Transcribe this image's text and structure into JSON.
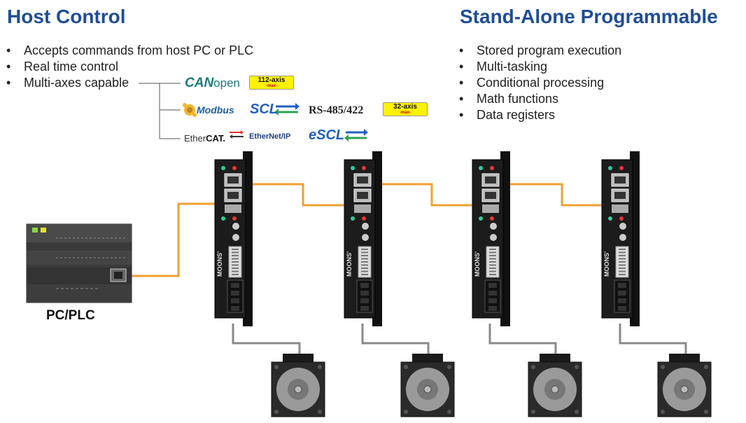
{
  "left": {
    "title": "Host Control",
    "bullets": [
      "Accepts commands from host PC or PLC",
      "Real time control",
      "Multi-axes capable"
    ]
  },
  "right": {
    "title": "Stand-Alone Programmable",
    "bullets": [
      "Stored program execution",
      "Multi-tasking",
      "Conditional processing",
      "Math functions",
      "Data registers"
    ]
  },
  "protocols": {
    "canopen_bold": "CAN",
    "canopen_light": "open",
    "badge1_main": "112-axis",
    "badge1_sub": "-max-",
    "modbus": "Modbus",
    "scl": "SCL",
    "rs485": "RS-485/422",
    "badge2_main": "32-axis",
    "badge2_sub": "-max-",
    "ethercat_light": "Ether",
    "ethercat_bold": "CAT.",
    "ethernetip": "EtherNet/IP",
    "escl": "eSCL"
  },
  "plc_label": "PC/PLC",
  "drive_brand": "MOONS'",
  "colors": {
    "title_blue": "#1f4e96",
    "cable_orange": "#f0a030",
    "badge_yellow": "#fff200",
    "canopen_teal": "#1a7a80",
    "scl_blue": "#2060c0",
    "arrow_red": "#e03030",
    "arrow_green": "#30a050"
  }
}
